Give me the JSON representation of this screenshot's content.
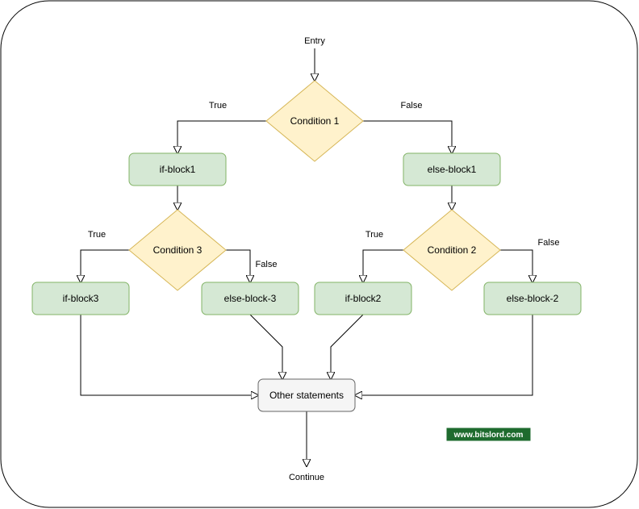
{
  "diagram": {
    "entry_label": "Entry",
    "continue_label": "Continue",
    "colors": {
      "block_fill": "#d5e8d4",
      "block_stroke": "#82b366",
      "condition_fill": "#fff2cc",
      "condition_stroke": "#d6b656",
      "statements_fill": "#f5f5f5",
      "statements_stroke": "#666666",
      "badge_fill": "#1e6b2e"
    },
    "nodes": {
      "condition1": "Condition 1",
      "condition2": "Condition 2",
      "condition3": "Condition 3",
      "if_block1": "if-block1",
      "else_block1": "else-block1",
      "if_block2": "if-block2",
      "else_block2": "else-block-2",
      "if_block3": "if-block3",
      "else_block3": "else-block-3",
      "other_statements": "Other statements"
    },
    "edge_labels": {
      "c1_true": "True",
      "c1_false": "False",
      "c3_true": "True",
      "c3_false": "False",
      "c2_true": "True",
      "c2_false": "False"
    },
    "watermark": "www.bitslord.com"
  }
}
